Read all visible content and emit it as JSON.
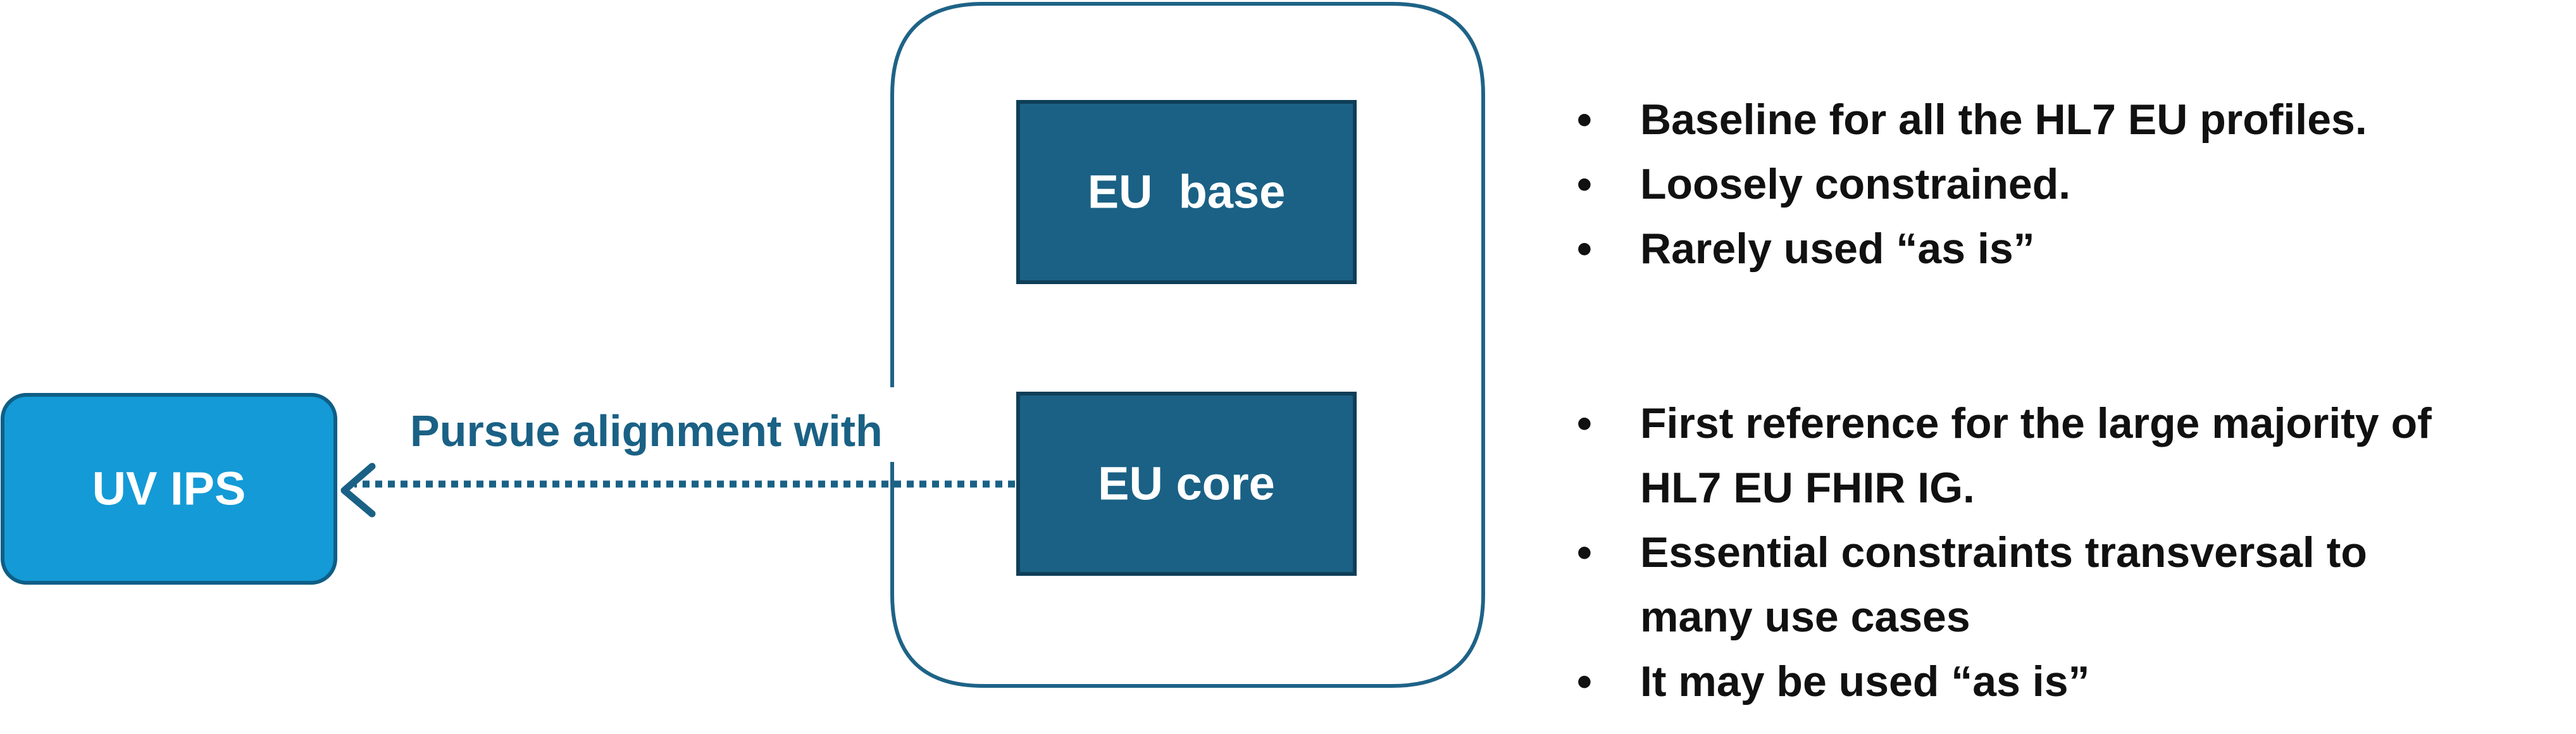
{
  "colors": {
    "uv_ips_fill": "#149ad6",
    "uv_ips_stroke": "#0e5e86",
    "eu_box_fill": "#1a6185",
    "eu_box_stroke": "#0f3e58",
    "container_stroke": "#1e6387",
    "arrow_color": "#1a6185",
    "edge_label_color": "#1a6185",
    "bullet_text_color": "#111111"
  },
  "nodes": {
    "uv_ips": "UV IPS",
    "eu_base": "EU  base",
    "eu_core": "EU core"
  },
  "edge": {
    "label": "Pursue alignment with",
    "style": "dotted",
    "from": "EU core",
    "to": "UV IPS"
  },
  "notes": {
    "eu_base": [
      "Baseline for all the HL7 EU profiles.",
      "Loosely constrained.",
      "Rarely used “as is”"
    ],
    "eu_core": [
      [
        "First reference for the large majority of",
        "HL7 EU FHIR IG."
      ],
      [
        "Essential constraints transversal to",
        "many use cases"
      ],
      [
        "It may be used “as is”"
      ]
    ]
  },
  "icons": {
    "bullet": "bullet-dot-icon",
    "arrow_head": "open-chevron-arrowhead-icon"
  }
}
